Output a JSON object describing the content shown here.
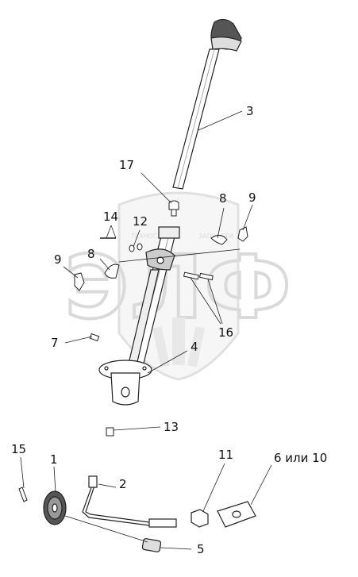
{
  "callouts": [
    {
      "id": "3",
      "text": "3"
    },
    {
      "id": "17",
      "text": "17"
    },
    {
      "id": "8a",
      "text": "8"
    },
    {
      "id": "9a",
      "text": "9"
    },
    {
      "id": "14",
      "text": "14"
    },
    {
      "id": "12",
      "text": "12"
    },
    {
      "id": "9b",
      "text": "9"
    },
    {
      "id": "8b",
      "text": "8"
    },
    {
      "id": "7",
      "text": "7"
    },
    {
      "id": "16",
      "text": "16"
    },
    {
      "id": "4",
      "text": "4"
    },
    {
      "id": "13",
      "text": "13"
    },
    {
      "id": "15",
      "text": "15"
    },
    {
      "id": "1",
      "text": "1"
    },
    {
      "id": "2",
      "text": "2"
    },
    {
      "id": "11",
      "text": "11"
    },
    {
      "id": "6or10",
      "text": "6 или 10"
    },
    {
      "id": "5",
      "text": "5"
    }
  ],
  "watermark": {
    "logo_text": "ЭЛФ",
    "left_text": "ТЕХНОСТРОЙ",
    "right_text": "ЗАПЧАСТИ"
  }
}
